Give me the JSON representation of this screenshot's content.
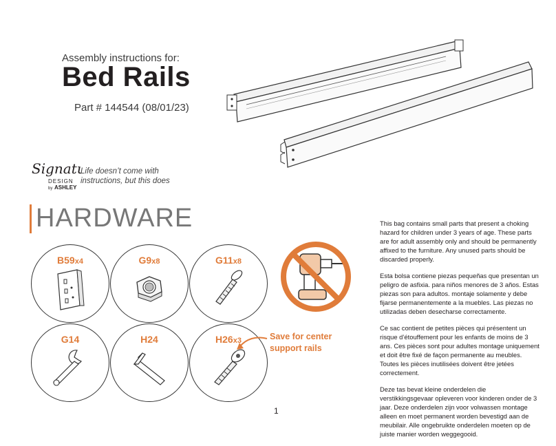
{
  "header": {
    "subtitle": "Assembly instructions for:",
    "title": "Bed Rails",
    "part": "Part # 144544 (08/01/23)"
  },
  "brand": {
    "logo_script": "Signature",
    "logo_design": "DESIGN",
    "logo_by": "by",
    "logo_ashley": "ASHLEY",
    "tagline": "Life doesn’t come with instructions, but this does"
  },
  "section": {
    "title": "HARDWARE"
  },
  "hardware": [
    {
      "id": "B59",
      "qty": "x4",
      "icon": "bracket-icon"
    },
    {
      "id": "G9",
      "qty": "x8",
      "icon": "nut-icon"
    },
    {
      "id": "G11",
      "qty": "x8",
      "icon": "bolt-icon"
    },
    {
      "id": "G14",
      "qty": "",
      "icon": "wrench-icon"
    },
    {
      "id": "H24",
      "qty": "",
      "icon": "allen-key-icon"
    },
    {
      "id": "H26",
      "qty": "x3",
      "icon": "connector-bolt-icon"
    }
  ],
  "note": {
    "line1": "Save for center",
    "line2": "support rails"
  },
  "warnings": [
    "This bag contains small parts that present a choking hazard for children under 3 years of age. These parts are for adult assembly only and should be permanently affixed to the furniture. Any unused parts should be discarded properly.",
    "Esta bolsa contiene piezas pequeñas que presentan un peligro de asfixia. para niños menores de 3 años. Estas piezas son para adultos. montaje solamente y debe fijarse permanentemente a la muebles. Las piezas no utilizadas deben desecharse correctamente.",
    "Ce sac contient de petites pièces qui présentent un risque d’étouffement pour les enfants de moins de 3 ans. Ces pièces sont pour adultes montage uniquement et doit être fixé de façon permanente au meubles. Toutes les pièces inutilisées doivent être jetées correctement.",
    "Deze tas bevat kleine onderdelen die verstikkingsgevaar opleveren voor kinderen onder de 3 jaar. Deze onderdelen zijn voor volwassen montage alleen en moet permanent worden bevestigd aan de meubilair. Alle ongebruikte onderdelen moeten op de juiste manier worden weggegooid."
  ],
  "page_number": "1",
  "colors": {
    "accent": "#e07c3a",
    "text": "#231f20"
  }
}
